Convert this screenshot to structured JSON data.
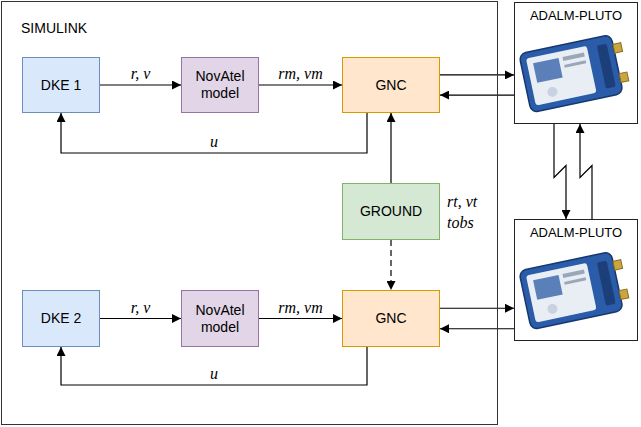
{
  "diagram": {
    "nodes": [
      {
        "text": [
          "SIMULINK"
        ]
      },
      {
        "text": [
          "DKE 1"
        ],
        "in": 0
      },
      {
        "text": [
          "NovAtel model"
        ],
        "in": 0
      },
      {
        "text": [
          "GNC"
        ],
        "in": 0
      },
      {
        "text": [
          "ADALM-PLUTO"
        ]
      },
      {
        "text": [
          "GROUND"
        ],
        "in": 0
      },
      {
        "text": [
          "DKE 2"
        ],
        "in": 0
      },
      {
        "text": [
          "NovAtel model"
        ],
        "in": 0
      },
      {
        "text": [
          "GNC"
        ],
        "in": 0
      },
      {
        "text": [
          "ADALM-PLUTO"
        ]
      }
    ],
    "edges": [
      {
        "from": 1,
        "to": 2,
        "arrow": "to",
        "label": "r, v"
      },
      {
        "from": 2,
        "to": 3,
        "arrow": "to",
        "label": "rm, vm"
      },
      {
        "from": 3,
        "to": 1,
        "arrow": "to",
        "label": "u"
      },
      {
        "from": 3,
        "to": 4,
        "arrow": "to"
      },
      {
        "from": 4,
        "to": 3,
        "arrow": "to"
      },
      {
        "from": 5,
        "to": 3,
        "arrow": "to"
      },
      {
        "from": 5,
        "to": 8,
        "arrow": "to"
      },
      {
        "from": 6,
        "to": 7,
        "arrow": "to",
        "label": "r, v"
      },
      {
        "from": 7,
        "to": 8,
        "arrow": "to",
        "label": "rm, vm"
      },
      {
        "from": 8,
        "to": 6,
        "arrow": "to",
        "label": "u"
      },
      {
        "from": 8,
        "to": 9,
        "arrow": "to"
      },
      {
        "from": 9,
        "to": 8,
        "arrow": "to"
      },
      {
        "from": 4,
        "to": 9,
        "arrow": "to"
      },
      {
        "from": 9,
        "to": 4,
        "arrow": "to"
      }
    ],
    "labels": [
      "rt, vt",
      "tobs"
    ]
  }
}
